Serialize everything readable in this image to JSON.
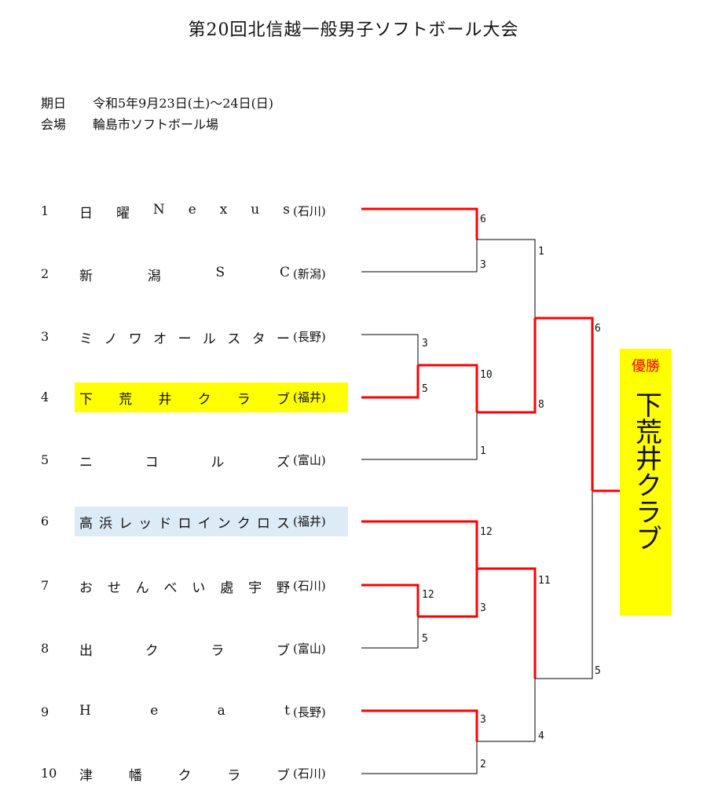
{
  "title": "第20回北信越一般男子ソフトボール大会",
  "info": [
    {
      "label": "期日",
      "value": "令和5年9月23日(土)～24日(日)"
    },
    {
      "label": "会場",
      "value": "輪島市ソフトボール場"
    }
  ],
  "teams": [
    {
      "num": "1",
      "name": "日曜Nexus",
      "pref": "(石川)"
    },
    {
      "num": "2",
      "name": "新潟SC",
      "pref": "(新潟)"
    },
    {
      "num": "3",
      "name": "ミノワオールスター",
      "pref": "(長野)"
    },
    {
      "num": "4",
      "name": "下荒井クラブ",
      "pref": "(福井)"
    },
    {
      "num": "5",
      "name": "ニコルズ",
      "pref": "(富山)"
    },
    {
      "num": "6",
      "name": "高浜レッドロインクロス",
      "pref": "(福井)"
    },
    {
      "num": "7",
      "name": "おせんべい處宇野",
      "pref": "(石川)"
    },
    {
      "num": "8",
      "name": "出クラブ",
      "pref": "(富山)"
    },
    {
      "num": "9",
      "name": "Heat",
      "pref": "(長野)"
    },
    {
      "num": "10",
      "name": "津幡クラブ",
      "pref": "(石川)"
    }
  ],
  "scores": {
    "m_1v2": [
      "6",
      "3"
    ],
    "m_3v4": [
      "3",
      "5"
    ],
    "m_w34v5": [
      "10",
      "1"
    ],
    "semi_top": [
      "1",
      "8"
    ],
    "m_7v8": [
      "12",
      "5"
    ],
    "m_6vw78": [
      "12",
      "3"
    ],
    "m_9v10": [
      "3",
      "2"
    ],
    "semi_bottom": [
      "11",
      "4"
    ],
    "final": [
      "6",
      "5"
    ]
  },
  "winner": {
    "label": "優勝",
    "name": "下荒井クラブ"
  },
  "colors": {
    "win_line": "#ff0000",
    "lose_line": "#000000",
    "highlight_yellow": "#ffff00",
    "highlight_blue": "#ddebf7"
  }
}
